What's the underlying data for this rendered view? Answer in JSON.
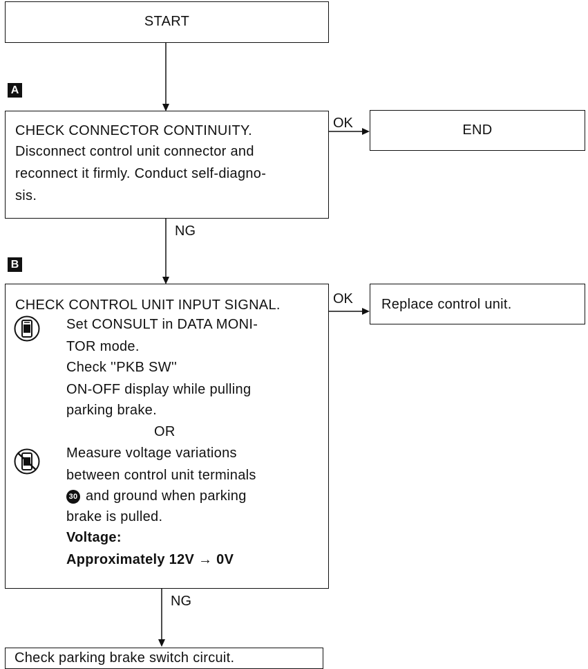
{
  "start": {
    "label": "START"
  },
  "markers": {
    "a": "A",
    "b": "B"
  },
  "step_a": {
    "lines": [
      "CHECK CONNECTOR CONTINUITY.",
      "Disconnect control unit connector and",
      "reconnect it firmly. Conduct self-diagno-",
      "sis."
    ],
    "ok_label": "OK",
    "ng_label": "NG"
  },
  "end": {
    "label": "END"
  },
  "step_b": {
    "title": "CHECK CONTROL UNIT INPUT SIGNAL.",
    "consult_lines": [
      "Set CONSULT in DATA MONI-",
      "TOR mode.",
      "Check ''PKB SW''",
      "ON-OFF display while pulling",
      "parking brake."
    ],
    "or_label": "OR",
    "voltage_lines": [
      "Measure voltage variations",
      "between control unit terminals",
      "and ground when parking",
      "brake is pulled."
    ],
    "terminal_number": "30",
    "voltage_label": "Voltage:",
    "voltage_value": "Approximately 12V → 0V",
    "ok_label": "OK",
    "ng_label": "NG",
    "icons": {
      "consult": "consult-tester-icon",
      "no_consult": "no-consult-tester-icon"
    }
  },
  "replace": {
    "label": "Replace control unit."
  },
  "final": {
    "label": "Check parking brake switch circuit."
  }
}
